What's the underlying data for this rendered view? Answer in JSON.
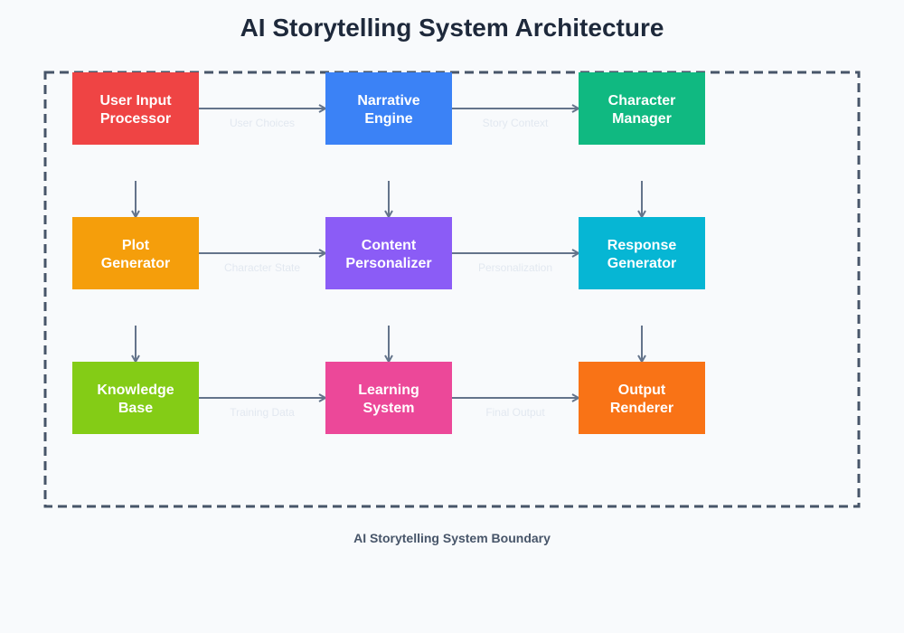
{
  "title": "AI Storytelling System Architecture",
  "boundary_label": "AI Storytelling System Boundary",
  "nodes": [
    {
      "id": "uip",
      "lines": [
        "User Input",
        "Processor"
      ],
      "color": "#ef4444"
    },
    {
      "id": "ne",
      "lines": [
        "Narrative",
        "Engine"
      ],
      "color": "#3b82f6"
    },
    {
      "id": "cm",
      "lines": [
        "Character",
        "Manager"
      ],
      "color": "#10b981"
    },
    {
      "id": "pg",
      "lines": [
        "Plot",
        "Generator"
      ],
      "color": "#f59e0b"
    },
    {
      "id": "cp",
      "lines": [
        "Content",
        "Personalizer"
      ],
      "color": "#8b5cf6"
    },
    {
      "id": "rg",
      "lines": [
        "Response",
        "Generator"
      ],
      "color": "#06b6d4"
    },
    {
      "id": "kb",
      "lines": [
        "Knowledge",
        "Base"
      ],
      "color": "#84cc16"
    },
    {
      "id": "ls",
      "lines": [
        "Learning",
        "System"
      ],
      "color": "#ec4899"
    },
    {
      "id": "or",
      "lines": [
        "Output",
        "Renderer"
      ],
      "color": "#f97316"
    }
  ],
  "edges": [
    {
      "from": "uip",
      "to": "ne",
      "label": "User Choices"
    },
    {
      "from": "ne",
      "to": "cm",
      "label": "Story Context"
    },
    {
      "from": "pg",
      "to": "cp",
      "label": "Character State"
    },
    {
      "from": "cp",
      "to": "rg",
      "label": "Personalization"
    },
    {
      "from": "kb",
      "to": "ls",
      "label": "Training Data"
    },
    {
      "from": "ls",
      "to": "or",
      "label": "Final Output"
    },
    {
      "from": "uip",
      "to": "pg",
      "label": ""
    },
    {
      "from": "ne",
      "to": "cp",
      "label": ""
    },
    {
      "from": "cm",
      "to": "rg",
      "label": ""
    },
    {
      "from": "pg",
      "to": "kb",
      "label": ""
    },
    {
      "from": "cp",
      "to": "ls",
      "label": ""
    },
    {
      "from": "rg",
      "to": "or",
      "label": ""
    }
  ],
  "colors": {
    "edge": "#64748b",
    "boundary": "#475569",
    "background": "#f8fafc"
  }
}
